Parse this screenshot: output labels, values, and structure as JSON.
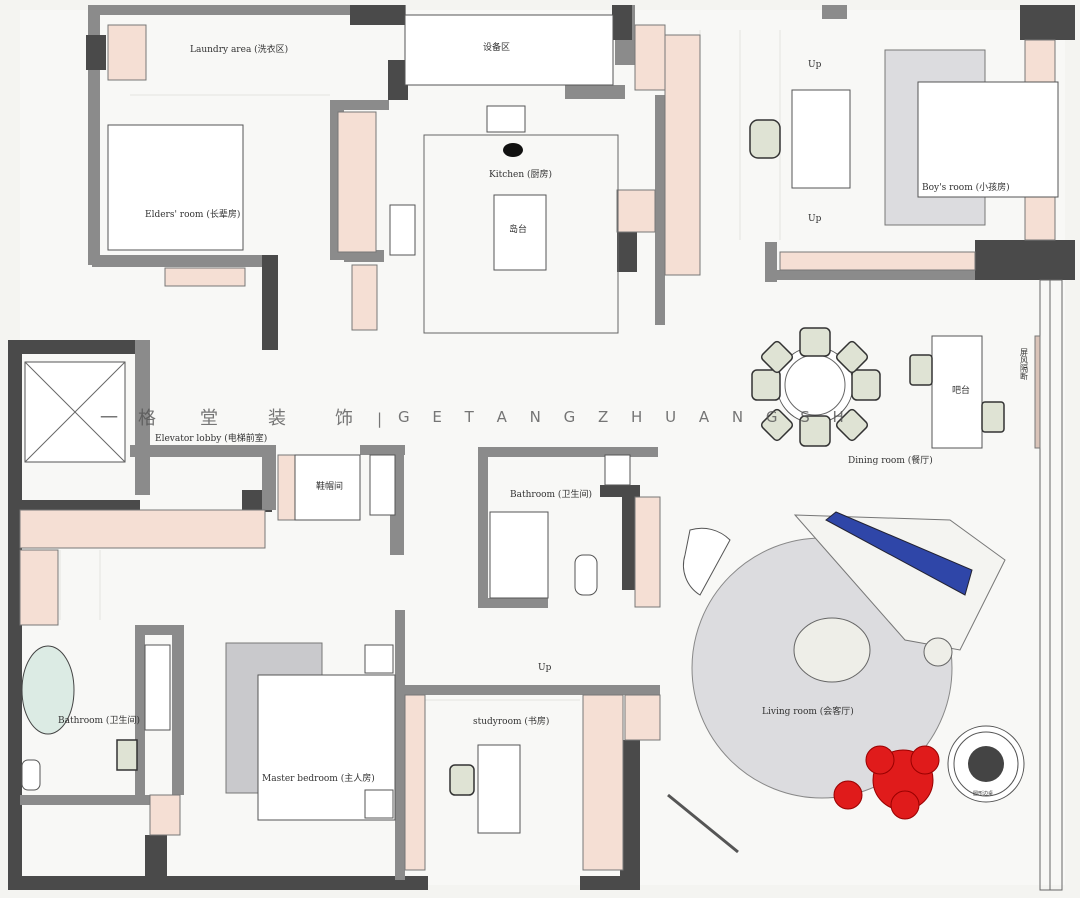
{
  "title": "Floor plan",
  "rooms": {
    "laundry": "Laundry area (洗衣区)",
    "equipment": "设备区",
    "kitchen": "Kitchen (厨房)",
    "island": "岛台",
    "elders": "Elders' room (长辈房)",
    "boys": "Boy's room (小孩房)",
    "elevator": "Elevator lobby (电梯前室)",
    "shoe": "鞋帽间",
    "bathroom_center": "Bathroom (卫生间)",
    "bathroom_master": "Bathroom (卫生间)",
    "dining": "Dining room (餐厅)",
    "bar": "吧台",
    "living": "Living room (会客厅)",
    "study": "studyroom (书房)",
    "master": "Master bedroom (主人房)",
    "screen": "屏风隔断",
    "side_table": "圆形边桌"
  },
  "markers": {
    "up1": "Up",
    "up2": "Up",
    "up3": "Up"
  },
  "watermark": {
    "cn": [
      "一",
      "格",
      "堂",
      "装",
      "饰"
    ],
    "en": "G E T A N G   Z H U A N G S H"
  },
  "colors": {
    "wall": "#4a4a4a",
    "cabinet": "#f5dfd4",
    "rug": "#dcdcdf",
    "sofa_accent": "#2f46a8",
    "chair_accent": "#e01b1b"
  }
}
